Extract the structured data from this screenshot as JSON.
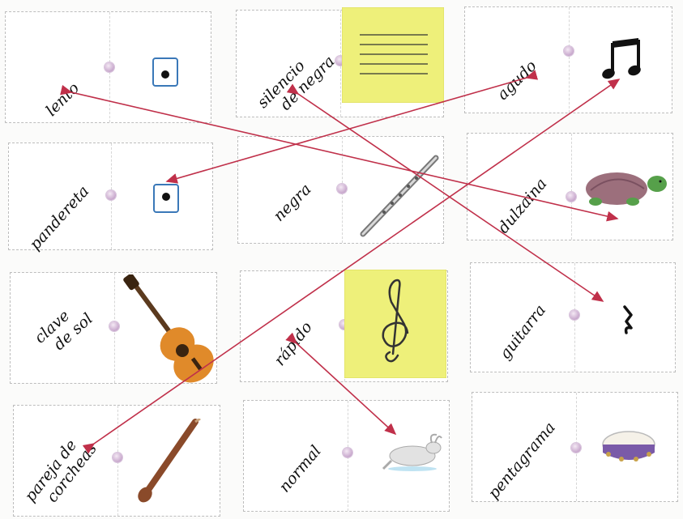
{
  "cards": {
    "lento": "lento",
    "silencio_de_negra_1": "silencio",
    "silencio_de_negra_2": "de negra",
    "agudo": "agudo",
    "pandereta": "pandereta",
    "negra": "negra",
    "dulzaina": "dulzaina",
    "clave_de_sol_1": "clave",
    "clave_de_sol_2": "de sol",
    "rapido": "rápido",
    "guitarra": "guitarra",
    "pareja_de_corcheas_1": "pareja de",
    "pareja_de_corcheas_2": "corcheas",
    "normal": "normal",
    "pentagrama": "pentagrama"
  },
  "icons": [
    "dot-symbol-icon",
    "yellow-staff-icon",
    "eighth-notes-icon",
    "flute-icon",
    "turtle-icon",
    "guitar-icon",
    "treble-clef-icon",
    "quarter-rest-icon",
    "dulzaina-icon",
    "hare-icon",
    "tambourine-icon"
  ],
  "colors": {
    "arrow": "#c0304a",
    "yellow_square": "#eef07a",
    "pin": "#c7a7cc",
    "card_border": "#bdbdbd"
  }
}
